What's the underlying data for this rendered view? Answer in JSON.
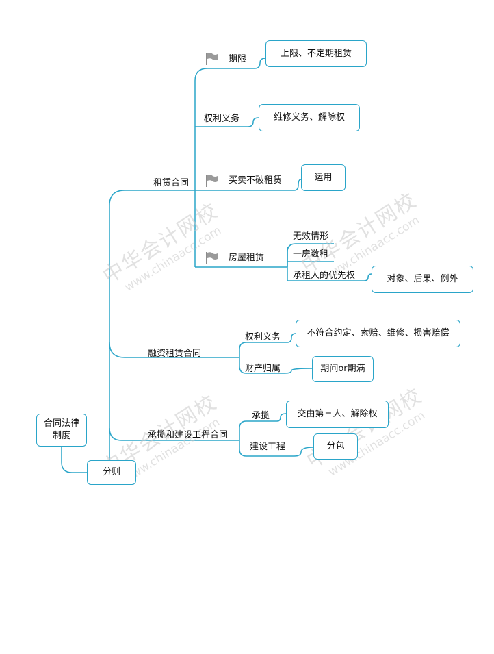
{
  "root": {
    "line1": "合同法律",
    "line2": "制度"
  },
  "sub_root": "分则",
  "branches": {
    "lease": {
      "label": "租赁合同",
      "term": {
        "label": "期限",
        "detail": "上限、不定期租赁",
        "icon": "flag-icon"
      },
      "rights": {
        "label": "权利义务",
        "detail": "维修义务、解除权"
      },
      "sale": {
        "label": "买卖不破租赁",
        "detail": "运用",
        "icon": "flag-icon"
      },
      "house": {
        "label": "房屋租赁",
        "icon": "flag-icon",
        "items": [
          "无效情形",
          "一房数租",
          "承租人的优先权"
        ],
        "priority_detail": "对象、后果、例外"
      }
    },
    "finance": {
      "label": "融资租赁合同",
      "rights": {
        "label": "权利义务",
        "detail": "不符合约定、索赔、维修、损害赔偿"
      },
      "property": {
        "label": "财产归属",
        "detail": "期间or期满"
      }
    },
    "construction": {
      "label": "承揽和建设工程合同",
      "contract": {
        "label": "承揽",
        "detail": "交由第三人、解除权"
      },
      "engineering": {
        "label": "建设工程",
        "detail": "分包"
      }
    }
  },
  "watermark": {
    "cn": "中华会计网校",
    "en": "www.chinaacc.com"
  },
  "colors": {
    "line": "#2aa5c9",
    "flag": "#8c8c8c",
    "watermark": "#c9c9c9"
  }
}
